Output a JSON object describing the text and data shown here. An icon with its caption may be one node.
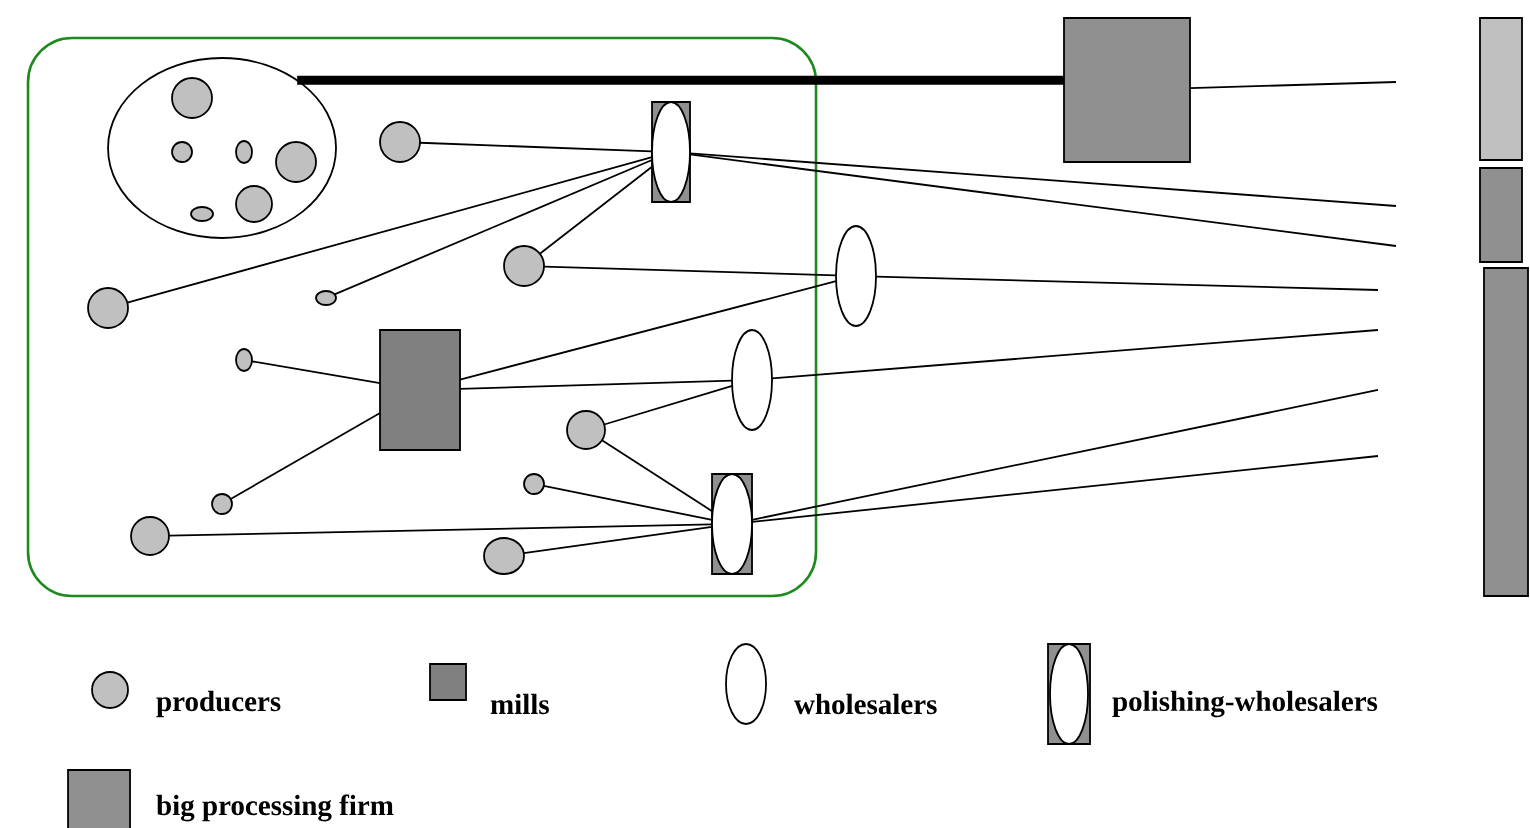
{
  "diagram": {
    "nodes": [
      {
        "text": [],
        "shape": "box"
      },
      {
        "text": [],
        "shape": "ellipse",
        "in": 0
      },
      {
        "text": [],
        "shape": "circle",
        "in": 1
      },
      {
        "text": [],
        "shape": "circle",
        "in": 1
      },
      {
        "text": [],
        "shape": "circle",
        "in": 1
      },
      {
        "text": [],
        "shape": "circle",
        "in": 1
      },
      {
        "text": [],
        "shape": "circle",
        "in": 1
      },
      {
        "text": [],
        "shape": "circle",
        "in": 1
      },
      {
        "text": [],
        "shape": "circle",
        "in": 0
      },
      {
        "text": [],
        "shape": "box",
        "in": 0
      },
      {
        "text": [],
        "shape": "circle",
        "in": 0
      },
      {
        "text": [],
        "shape": "circle",
        "in": 0
      },
      {
        "text": [],
        "shape": "circle",
        "in": 0
      },
      {
        "text": [],
        "shape": "ellipse"
      },
      {
        "text": [],
        "shape": "circle",
        "in": 0
      },
      {
        "text": [],
        "shape": "box",
        "in": 0
      },
      {
        "text": [],
        "shape": "ellipse",
        "in": 0
      },
      {
        "text": [],
        "shape": "circle",
        "in": 0
      },
      {
        "text": [],
        "shape": "circle",
        "in": 0
      },
      {
        "text": [],
        "shape": "box",
        "in": 0
      },
      {
        "text": [],
        "shape": "circle",
        "in": 0
      },
      {
        "text": [],
        "shape": "circle",
        "in": 0
      },
      {
        "text": [],
        "shape": "circle",
        "in": 0
      },
      {
        "text": [],
        "shape": "box"
      },
      {
        "text": [],
        "shape": "bar"
      },
      {
        "text": [],
        "shape": "bar"
      },
      {
        "text": [],
        "shape": "bar"
      }
    ],
    "edges": [
      {
        "from": 1,
        "to": 23,
        "arrow": "none",
        "style": "thick"
      },
      {
        "from": 23,
        "to": null,
        "arrow": "none"
      },
      {
        "from": 8,
        "to": 9,
        "arrow": "none"
      },
      {
        "from": 10,
        "to": 9,
        "arrow": "none"
      },
      {
        "from": 11,
        "to": 9,
        "arrow": "none"
      },
      {
        "from": 12,
        "to": 9,
        "arrow": "none"
      },
      {
        "from": 12,
        "to": 13,
        "arrow": "none"
      },
      {
        "from": 9,
        "to": null,
        "arrow": "none"
      },
      {
        "from": 9,
        "to": null,
        "arrow": "none"
      },
      {
        "from": 15,
        "to": 13,
        "arrow": "none"
      },
      {
        "from": 13,
        "to": null,
        "arrow": "none"
      },
      {
        "from": 14,
        "to": 15,
        "arrow": "none"
      },
      {
        "from": 15,
        "to": 16,
        "arrow": "none"
      },
      {
        "from": 20,
        "to": 15,
        "arrow": "none"
      },
      {
        "from": 16,
        "to": null,
        "arrow": "none"
      },
      {
        "from": 17,
        "to": 16,
        "arrow": "none"
      },
      {
        "from": 17,
        "to": 19,
        "arrow": "none"
      },
      {
        "from": 18,
        "to": 19,
        "arrow": "none"
      },
      {
        "from": 21,
        "to": 19,
        "arrow": "none"
      },
      {
        "from": 22,
        "to": 19,
        "arrow": "none"
      },
      {
        "from": 19,
        "to": null,
        "arrow": "none"
      },
      {
        "from": 19,
        "to": null,
        "arrow": "none"
      }
    ],
    "legend": [
      {
        "text": "producers"
      },
      {
        "text": "mills"
      },
      {
        "text": "wholesalers"
      },
      {
        "text": "polishing-wholesalers"
      },
      {
        "text": "big processing firm"
      }
    ]
  }
}
